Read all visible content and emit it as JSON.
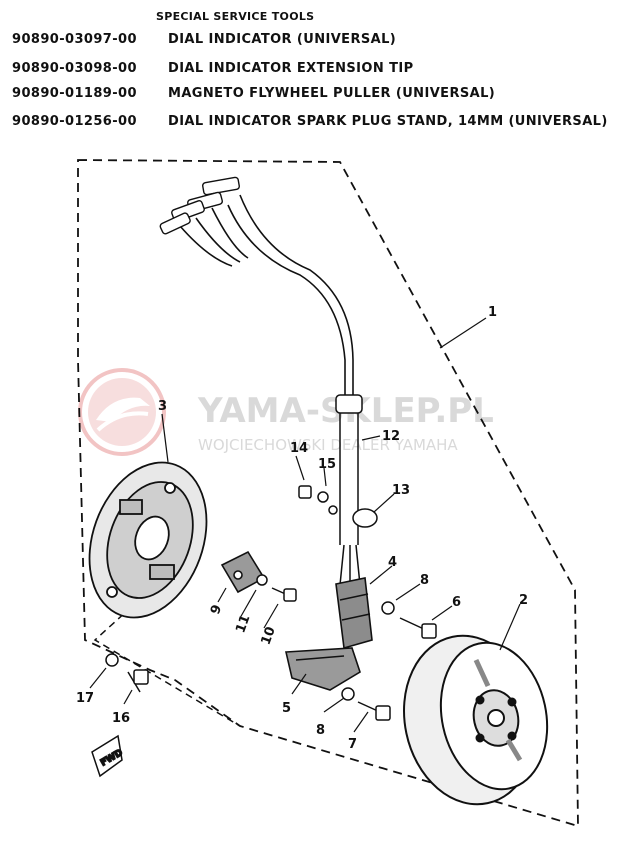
{
  "tools": {
    "heading": "SPECIAL SERVICE TOOLS",
    "items": [
      {
        "part_number": "90890-03097-00",
        "description": "DIAL INDICATOR (UNIVERSAL)"
      },
      {
        "part_number": "90890-03098-00",
        "description": "DIAL INDICATOR EXTENSION TIP"
      },
      {
        "part_number": "90890-01189-00",
        "description": "MAGNETO FLYWHEEL PULLER (UNIVERSAL)"
      },
      {
        "part_number": "90890-01256-00",
        "description": "DIAL INDICATOR SPARK PLUG STAND, 14MM (UNIVERSAL)"
      }
    ]
  },
  "watermark": {
    "brand": "YAMA-SKLEP.PL",
    "subtitle": "WOJCIECHOWSKI DEALER YAMAHA"
  },
  "diagram": {
    "callouts": [
      "1",
      "2",
      "3",
      "4",
      "5",
      "6",
      "7",
      "8",
      "8",
      "9",
      "10",
      "11",
      "12",
      "13",
      "14",
      "15",
      "16",
      "17"
    ],
    "fwd_label": "FWD"
  }
}
